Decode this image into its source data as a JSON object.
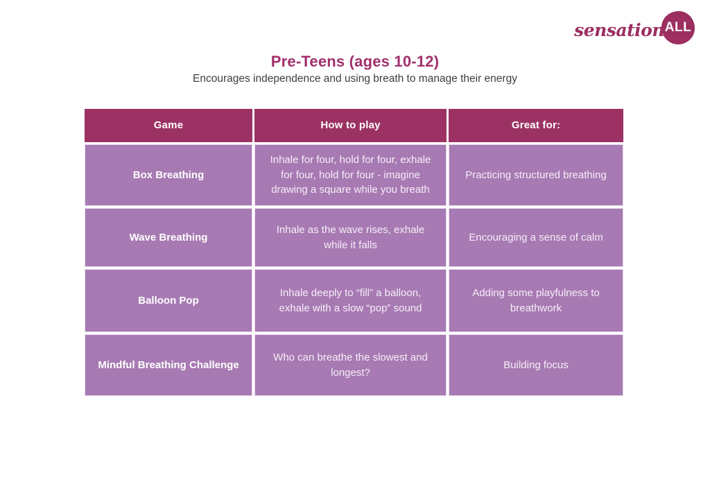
{
  "logo": {
    "script_text": "sensation",
    "badge_text": "ALL"
  },
  "page": {
    "title": "Pre-Teens (ages 10-12)",
    "subtitle": "Encourages independence and using breath to manage their energy"
  },
  "colors": {
    "brand_magenta": "#9c2e60",
    "title_magenta": "#a12f6a",
    "header_bg": "#9c3264",
    "cell_bg": "#a77ab3",
    "subtitle_text": "#3e3e3e"
  },
  "table": {
    "headers": [
      "Game",
      "How to play",
      "Great for:"
    ],
    "rows": [
      {
        "game": "Box Breathing",
        "how": "Inhale for four, hold for four, exhale for four, hold for four - imagine drawing a square while you breath",
        "great": "Practicing structured breathing"
      },
      {
        "game": "Wave Breathing",
        "how": "Inhale as the wave rises, exhale while it falls",
        "great": "Encouraging a sense of calm"
      },
      {
        "game": "Balloon Pop",
        "how": "Inhale deeply to “fill” a balloon, exhale with a slow “pop” sound",
        "great": "Adding some playfulness to breathwork"
      },
      {
        "game": "Mindful Breathing Challenge",
        "how": "Who can breathe the slowest and longest?",
        "great": "Building focus"
      }
    ]
  }
}
